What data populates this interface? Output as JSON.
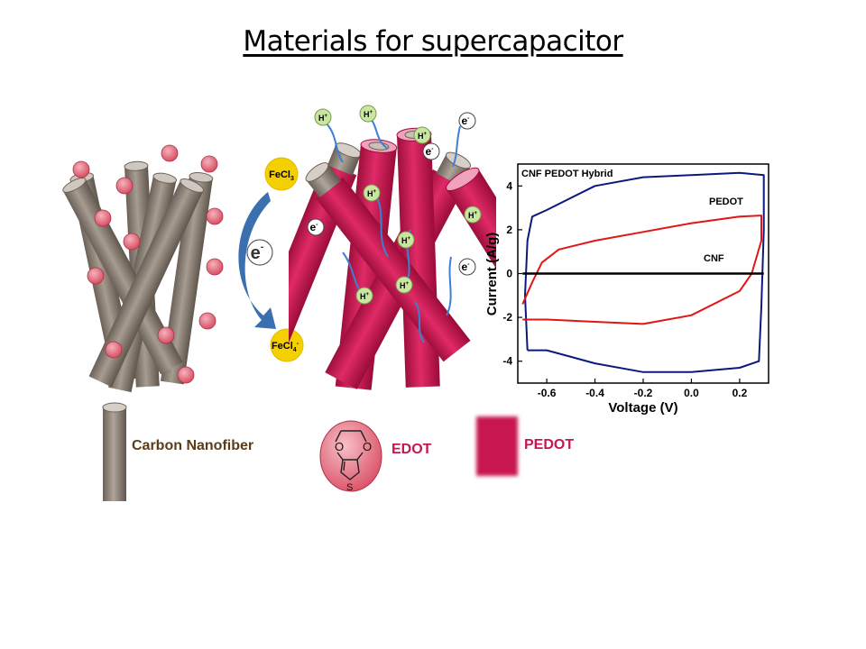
{
  "slide": {
    "title": "Materials for supercapacitor"
  },
  "reaction": {
    "oxidant": "FeCl",
    "oxidant_sub": "3",
    "product": "FeCl",
    "product_sub": "4",
    "product_sup": "-",
    "electron": "e",
    "electron_sup": "-"
  },
  "ions": {
    "proton": "H",
    "proton_sup": "+",
    "electron": "e",
    "electron_sup": "-"
  },
  "legend": {
    "cnf_label": "Carbon Nanofiber",
    "edot_label": "EDOT",
    "edot_atom_o": "O",
    "edot_atom_s": "S",
    "pedot_label": "PEDOT"
  },
  "colors": {
    "cnf": "#8a7f74",
    "pedot": "#c8164f",
    "edot": "#e0606e",
    "hybrid_curve": "#0b1a7a",
    "pedot_curve": "#e01616",
    "cnf_curve": "#000000",
    "arrow": "#3d7fd0",
    "ion_bubble": "#c8e6a0",
    "fecl": "#f5d000",
    "cnf_label_color": "#5a3d18",
    "pedot_label_color": "#c8164f"
  },
  "chart_data": {
    "type": "line",
    "xlabel": "Voltage (V)",
    "ylabel": "Current (A/g)",
    "xlim": [
      -0.72,
      0.32
    ],
    "ylim": [
      -5,
      5
    ],
    "xticks": [
      -0.6,
      -0.4,
      -0.2,
      0.0,
      0.2
    ],
    "xtick_labels": [
      "-0.6",
      "-0.4",
      "-0.2",
      "0.0",
      "0.2"
    ],
    "yticks": [
      -4,
      -2,
      0,
      2,
      4
    ],
    "ytick_labels": [
      "-4",
      "-2",
      "0",
      "2",
      "4"
    ],
    "series": [
      {
        "name": "CNF PEDOT Hybrid",
        "color": "#0b1a7a",
        "points": [
          [
            -0.68,
            -3.5
          ],
          [
            -0.6,
            -3.5
          ],
          [
            -0.4,
            -4.1
          ],
          [
            -0.2,
            -4.5
          ],
          [
            0.0,
            -4.5
          ],
          [
            0.2,
            -4.3
          ],
          [
            0.28,
            -4.0
          ],
          [
            0.29,
            -1.5
          ],
          [
            0.3,
            2.0
          ],
          [
            0.3,
            4.5
          ],
          [
            0.2,
            4.6
          ],
          [
            0.0,
            4.5
          ],
          [
            -0.2,
            4.4
          ],
          [
            -0.4,
            4.0
          ],
          [
            -0.6,
            2.9
          ],
          [
            -0.66,
            2.6
          ],
          [
            -0.68,
            1.5
          ],
          [
            -0.69,
            -1.0
          ],
          [
            -0.68,
            -3.5
          ]
        ]
      },
      {
        "name": "PEDOT",
        "color": "#e01616",
        "points": [
          [
            -0.7,
            -1.4
          ],
          [
            -0.66,
            -0.4
          ],
          [
            -0.62,
            0.5
          ],
          [
            -0.55,
            1.1
          ],
          [
            -0.4,
            1.5
          ],
          [
            -0.2,
            1.9
          ],
          [
            0.0,
            2.3
          ],
          [
            0.2,
            2.6
          ],
          [
            0.29,
            2.65
          ],
          [
            0.29,
            1.5
          ],
          [
            0.25,
            0.0
          ],
          [
            0.2,
            -0.8
          ],
          [
            0.0,
            -1.9
          ],
          [
            -0.2,
            -2.3
          ],
          [
            -0.4,
            -2.2
          ],
          [
            -0.6,
            -2.1
          ],
          [
            -0.7,
            -2.1
          ]
        ]
      },
      {
        "name": "CNF",
        "color": "#000000",
        "points": [
          [
            -0.7,
            0.0
          ],
          [
            0.3,
            0.0
          ]
        ]
      }
    ]
  }
}
